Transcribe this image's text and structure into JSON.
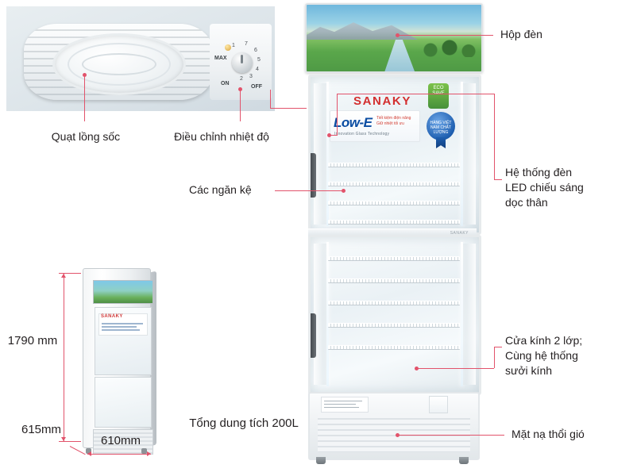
{
  "diagram": {
    "title_product_brand": "SANAKY",
    "callouts": [
      {
        "name": "fan-callout",
        "text": "Quạt lồng sốc"
      },
      {
        "name": "thermostat-callout",
        "text": "Điều chỉnh nhiệt độ"
      },
      {
        "name": "lightbox-callout",
        "text": "Hộp đèn"
      },
      {
        "name": "shelves-callout",
        "text": "Các ngăn kệ"
      },
      {
        "name": "led-system-callout",
        "text": "Hệ thống đèn\nLED chiếu sáng\ndọc thân"
      },
      {
        "name": "double-glass-callout",
        "text": "Cửa kính 2 lớp;\nCùng hệ thống\nsưởi kính"
      },
      {
        "name": "air-grille-callout",
        "text": "Mặt nạ thổi gió"
      }
    ],
    "dimensions": {
      "height": "1790\nmm",
      "depth": "615mm",
      "width": "610mm",
      "capacity": "Tổng dung tích 200L"
    },
    "badges": {
      "low_e_title": "Low-E",
      "low_e_sub": "Innovation Glass Technology",
      "low_e_red": "Tiết kiệm điện năng\nGiữ nhiệt tối ưu",
      "green_badge": "ECO\nSAVE",
      "blue_seal": "HÀNG\nVIỆT NAM\nCHẤT LƯỢNG"
    },
    "thermostat": {
      "ticks": [
        "7",
        "6",
        "5",
        "4",
        "3",
        "2",
        "1"
      ],
      "switch_on": "ON",
      "switch_off": "OFF",
      "switch_max": "MAX"
    },
    "colors": {
      "leader": "#e2536b",
      "brand_red": "#d32f2f",
      "low_e_blue": "#0b4da2",
      "text": "#231f20"
    }
  }
}
